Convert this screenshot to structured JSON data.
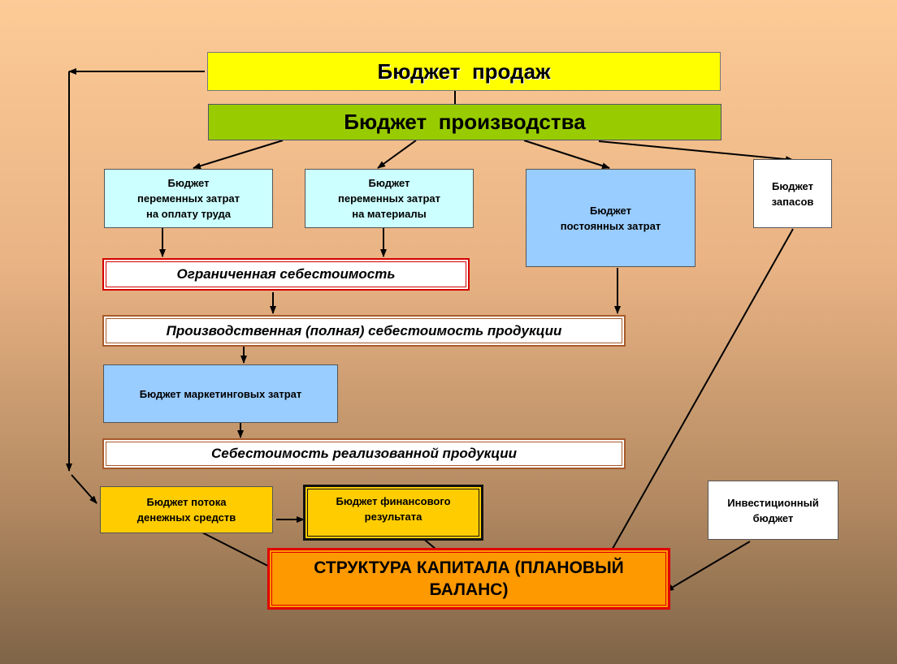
{
  "boxes": {
    "sales_budget": "Бюджет  продаж",
    "production_budget": "Бюджет  производства",
    "labor_costs": "Бюджет\nпеременных затрат\nна оплату труда",
    "material_costs": "Бюджет\nпеременных затрат\nна материалы",
    "fixed_costs": "Бюджет\nпостоянных затрат",
    "inventory": "Бюджет\nзапасов",
    "limited_cost": "Ограниченная себестоимость",
    "production_cost": "Производственная (полная) себестоимость продукции",
    "marketing": "Бюджет маркетинговых затрат",
    "cost_of_sales": "Себестоимость реализованной продукции",
    "cash_flow": "Бюджет потока\nденежных средств",
    "financial_result": "Бюджет финансового\nрезультата",
    "investment": "Инвестиционный\nбюджет",
    "capital_structure": "СТРУКТУРА КАПИТАЛА (ПЛАНОВЫЙ\nБАЛАНС)"
  },
  "colors": {
    "sales": "#ffff00",
    "production": "#99cc00",
    "light_cyan": "#ccffff",
    "light_blue": "#99ccff",
    "gold": "#ffcc00",
    "orange": "#ff9900",
    "red_border": "#d40000"
  }
}
